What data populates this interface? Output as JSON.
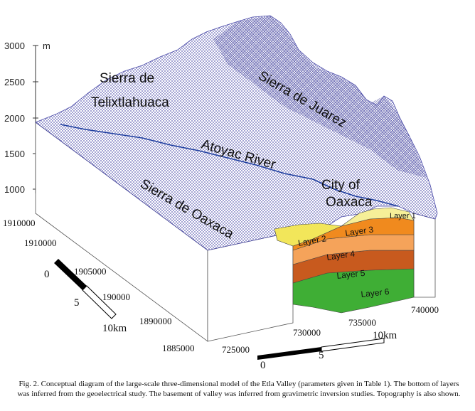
{
  "elevation_axis": {
    "unit": "m",
    "ticks": [
      "3000",
      "2500",
      "2000",
      "1500",
      "1000"
    ]
  },
  "northing_ticks": [
    "1910000",
    "1910000",
    "1905000",
    "190000",
    "1890000",
    "1885000"
  ],
  "easting_ticks": [
    "725000",
    "730000",
    "735000",
    "740000"
  ],
  "labels": {
    "sierra_telix": [
      "Sierra de",
      "Telixtlahuaca"
    ],
    "sierra_juarez": "Sierra de Juarez",
    "atoyac": "Atoyac River",
    "city": [
      "City of",
      "Oaxaca"
    ],
    "sierra_oaxaca": "Sierra de Oaxaca"
  },
  "layers": [
    {
      "label": "Layer 1",
      "color": "#f6ef98"
    },
    {
      "label": "Layer 2",
      "color": "#f2e65a"
    },
    {
      "label": "Layer 3",
      "color": "#f08a1e"
    },
    {
      "label": "Layer 4",
      "color": "#f5a35a"
    },
    {
      "label": "Layer 5",
      "color": "#c85a1e"
    },
    {
      "label": "Layer 6",
      "color": "#3fae35"
    }
  ],
  "scale_bars": {
    "left": {
      "zero": "0",
      "mid": "5",
      "end": "10km"
    },
    "bottom": {
      "zero": "0",
      "mid": "5",
      "end": "10km"
    }
  },
  "mesh_color": "#4a4aa8",
  "river_color": "#1f3fa0",
  "caption": "Fig. 2. Conceptual diagram of the large-scale three-dimensional model of the Etla Valley (parameters given in Table 1). The bottom of layers was inferred from the geoelectrical study. The basement of valley was inferred from gravimetric inversion studies. Topography is also shown."
}
